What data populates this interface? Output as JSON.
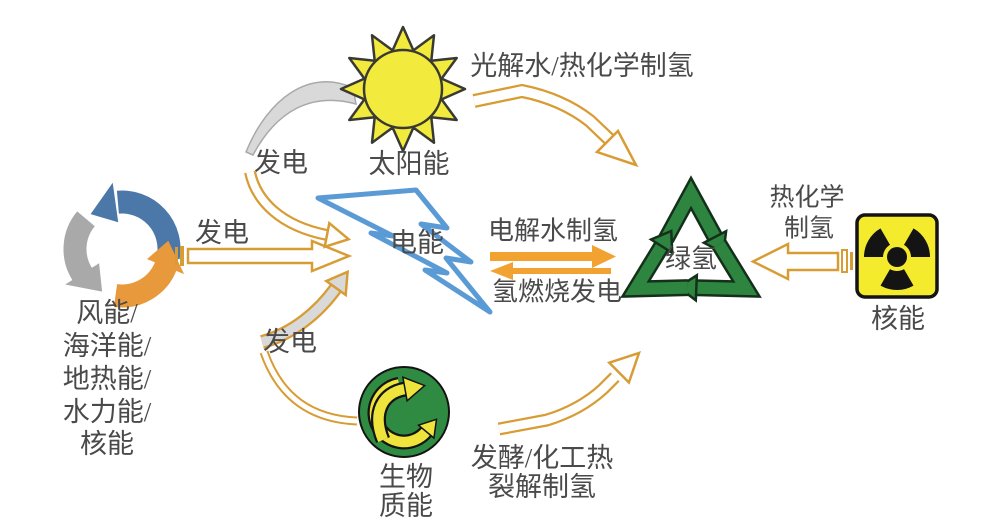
{
  "diagram": {
    "sources": {
      "renewables": {
        "icon": "cycle-arrows-icon",
        "lines": [
          "风能/",
          "海洋能/",
          "地热能/",
          "水力能/",
          "核能"
        ]
      },
      "solar": {
        "icon": "sun-icon",
        "label": "太阳能"
      },
      "biomass": {
        "icon": "green-dot-icon",
        "lines": [
          "生物",
          "质能"
        ]
      },
      "nuclear": {
        "icon": "radiation-icon",
        "label": "核能"
      }
    },
    "hubs": {
      "electricity": {
        "icon": "lightning-icon",
        "label": "电能"
      },
      "green_hydrogen": {
        "icon": "recycle-triangle-icon",
        "label": "绿氢"
      }
    },
    "edges": {
      "renewables_to_electricity": {
        "label": "发电"
      },
      "solar_to_electricity": {
        "label": "发电"
      },
      "biomass_to_electricity": {
        "label": "发电"
      },
      "solar_to_hydrogen": {
        "label": "光解水/热化学制氢"
      },
      "electricity_to_hydrogen": {
        "label": "电解水制氢"
      },
      "hydrogen_to_electricity": {
        "label": "氢燃烧发电"
      },
      "nuclear_to_hydrogen": {
        "lines": [
          "热化学",
          "制氢"
        ]
      },
      "biomass_to_hydrogen": {
        "lines": [
          "发酵/化工热",
          "裂解制氢"
        ]
      }
    },
    "colors": {
      "arrow_outline_orange": "#D89C35",
      "arrow_solid_orange": "#F2A230",
      "bolt_blue": "#5B9BD5",
      "recycle_green": "#2E8540",
      "sun_yellow": "#F2EB3D",
      "nuclear_yellow": "#F3EB2C",
      "gray_band": "#D9D9D9",
      "cycle_blue": "#4B77A9",
      "cycle_gray": "#A9A9A9",
      "cycle_orange": "#E8993B",
      "biomass_green": "#2F8B42",
      "biomass_yellow": "#EFE43B",
      "text": "#4A4A4A",
      "background": "#FFFFFF"
    }
  }
}
